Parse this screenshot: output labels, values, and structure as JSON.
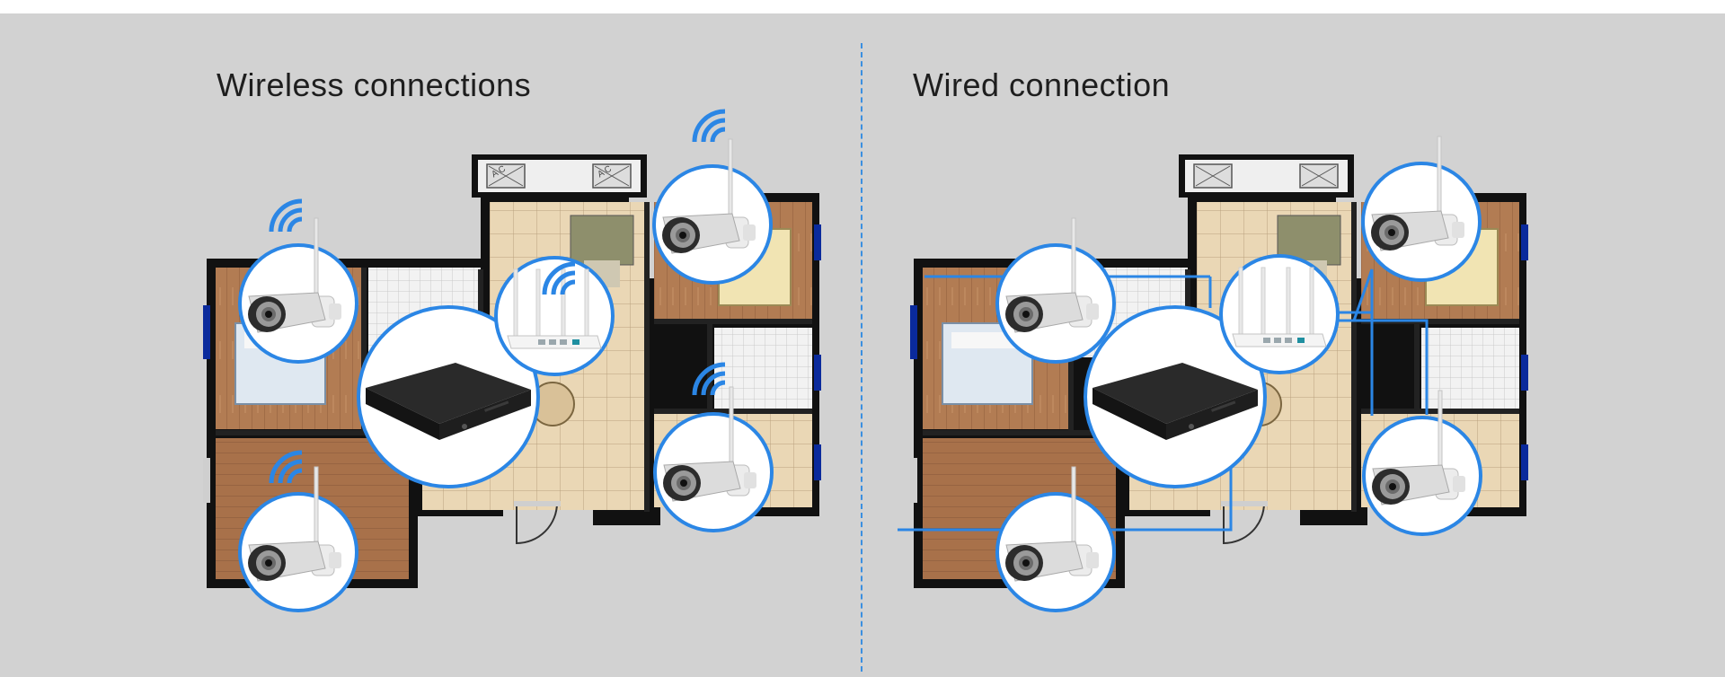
{
  "panels": {
    "wireless": {
      "title": "Wireless connections"
    },
    "wired": {
      "title": "Wired connection"
    }
  },
  "ac_units": [
    "A C",
    "A C"
  ],
  "colors": {
    "background": "#d2d2d2",
    "accent_blue": "#2b86e5",
    "floor_tile": "#e9d7b6",
    "wood_floor": "#b07a52",
    "wall": "#111111",
    "nvr_box": "#1a1a1a"
  },
  "icons": [
    "wifi-signal-icon",
    "bullet-camera-icon",
    "router-icon",
    "nvr-recorder-icon"
  ]
}
